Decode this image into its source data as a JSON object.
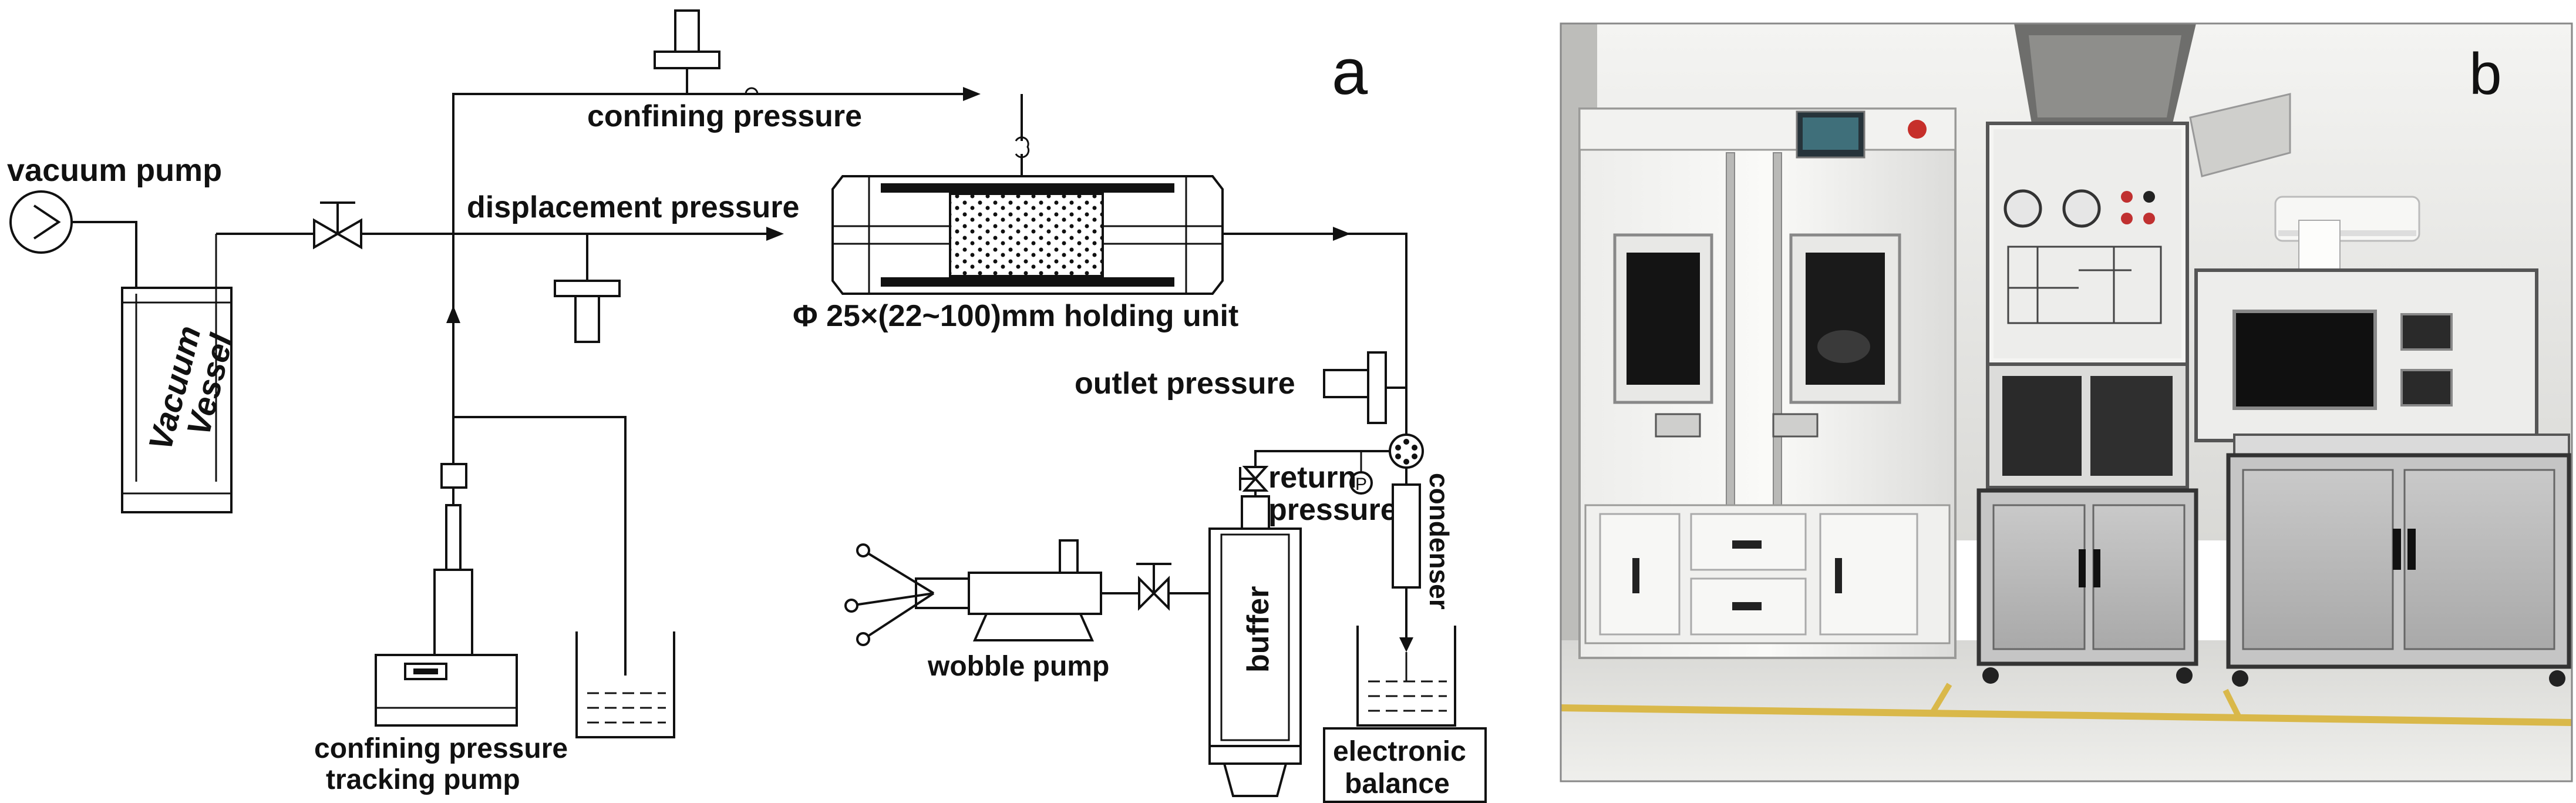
{
  "panel_a": {
    "panel_letter": "a",
    "labels": {
      "vacuum_pump": "vacuum pump",
      "vacuum_vessel_line1": "Vacuum",
      "vacuum_vessel_line2": "Vessel",
      "confining_pressure": "confining pressure",
      "displacement_pressure": "displacement pressure",
      "holding_unit": "Φ 25×(22~100)mm holding unit",
      "outlet_pressure": "outlet pressure",
      "return_line1": "return",
      "return_line2": "pressure",
      "pressure_gauge_symbol": "P",
      "condenser": "condenser",
      "buffer": "buffer",
      "wobble_pump": "wobble pump",
      "tracking_pump_line1": "confining pressure",
      "tracking_pump_line2": "tracking pump",
      "balance_line1": "electronic",
      "balance_line2": "balance"
    }
  },
  "panel_b": {
    "panel_letter": "b",
    "photo_description": "laboratory equipment photo"
  }
}
